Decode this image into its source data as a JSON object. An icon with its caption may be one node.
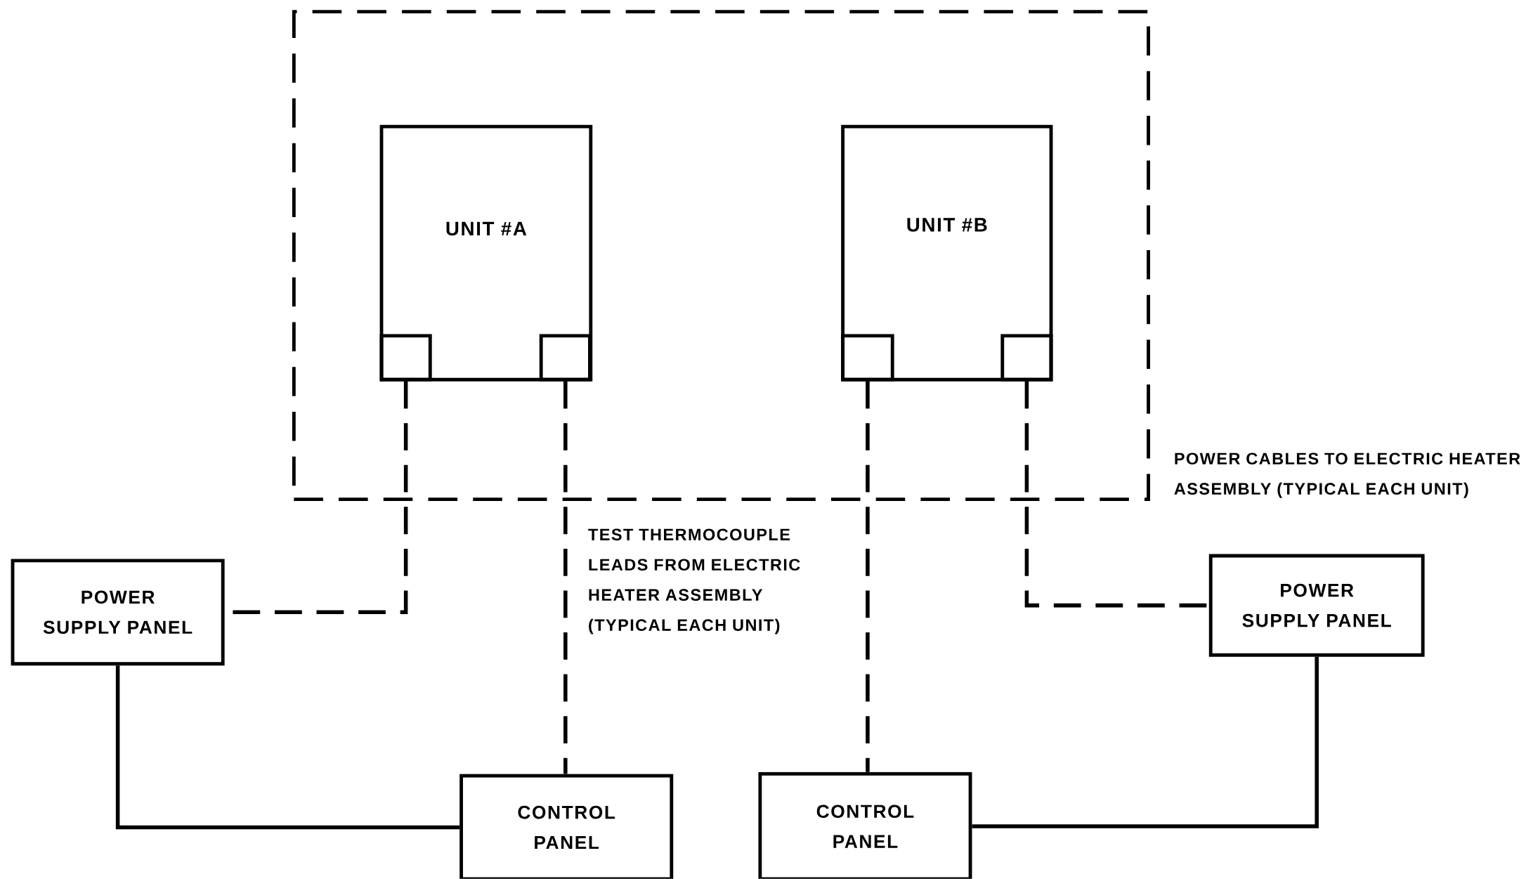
{
  "diagram": {
    "nodes": [
      {
        "text": [],
        "shape": "box"
      },
      {
        "text": [
          "UNIT #A"
        ],
        "in": 0
      },
      {
        "text": [],
        "shape": "box",
        "in": 1
      },
      {
        "text": [],
        "shape": "box",
        "in": 1
      },
      {
        "text": [
          "UNIT #B"
        ],
        "in": 0
      },
      {
        "text": [],
        "shape": "box",
        "in": 4
      },
      {
        "text": [],
        "shape": "box",
        "in": 4
      },
      {
        "text": [
          "POWER SUPPLY PANEL"
        ]
      },
      {
        "text": [
          "CONTROL PANEL"
        ]
      },
      {
        "text": [
          "CONTROL PANEL"
        ]
      },
      {
        "text": [
          "POWER SUPPLY PANEL"
        ]
      }
    ],
    "edges": [
      {
        "from": 2,
        "to": 7,
        "arrow": "none",
        "style": "dashed"
      },
      {
        "from": 3,
        "to": 8,
        "arrow": "none",
        "style": "dashed"
      },
      {
        "from": 5,
        "to": 9,
        "arrow": "none",
        "style": "dashed"
      },
      {
        "from": 6,
        "to": 10,
        "arrow": "none",
        "style": "dashed"
      },
      {
        "from": 7,
        "to": 8,
        "arrow": "none"
      },
      {
        "from": 10,
        "to": 9,
        "arrow": "none"
      }
    ],
    "labels": [
      "TEST THERMOCOUPLE LEADS FROM ELECTRIC HEATER ASSEMBLY (TYPICAL EACH UNIT)",
      "POWER CABLES TO ELECTRIC HEATER ASSEMBLY (TYPICAL EACH UNIT)"
    ]
  }
}
